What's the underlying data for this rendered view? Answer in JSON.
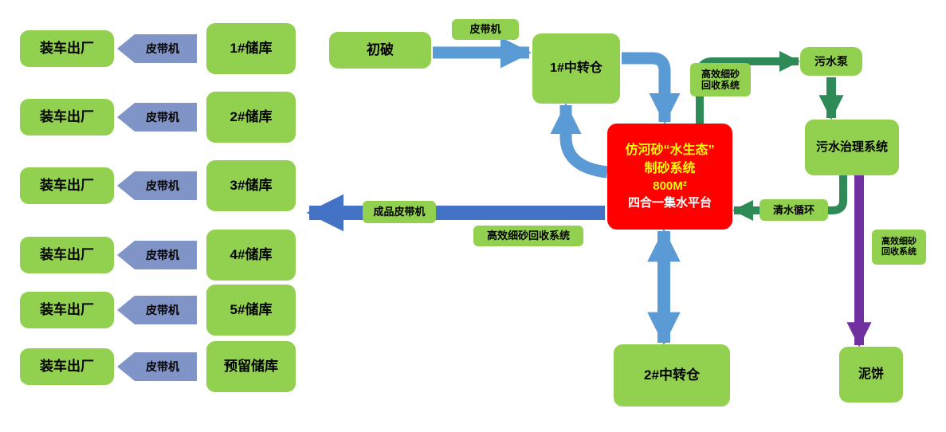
{
  "colors": {
    "bg": "#FFFFFF",
    "box_green": "#92D050",
    "belt_blue": "#8094C8",
    "arrow_blue": "#5B9BD5",
    "arrow_blue_dark": "#4472C4",
    "arrow_green": "#2E8B57",
    "arrow_purple": "#7030A0",
    "center_red": "#FF0000",
    "center_text_yellow": "#FFFF00",
    "center_text_white": "#FFFFFF"
  },
  "rows": [
    {
      "out": "装车出厂",
      "belt": "皮带机",
      "store": "1#储库"
    },
    {
      "out": "装车出厂",
      "belt": "皮带机",
      "store": "2#储库"
    },
    {
      "out": "装车出厂",
      "belt": "皮带机",
      "store": "3#储库"
    },
    {
      "out": "装车出厂",
      "belt": "皮带机",
      "store": "4#储库"
    },
    {
      "out": "装车出厂",
      "belt": "皮带机",
      "store": "5#储库"
    },
    {
      "out": "装车出厂",
      "belt": "皮带机",
      "store": "预留储库"
    }
  ],
  "flow": {
    "crusher": "初破",
    "belt_top": "皮带机",
    "transfer_1": "1#中转仓",
    "transfer_2": "2#中转仓",
    "sewage_pump": "污水泵",
    "sewage_treatment": "污水治理系统",
    "mud_cake": "泥饼"
  },
  "center": {
    "line1": "仿河砂“水生态”",
    "line2": "制砂系统",
    "line3": "800M²",
    "line4": "四合一集水平台"
  },
  "labels": {
    "finished_belt": "成品皮带机",
    "fine_sand_recovery": "高效细砂回收系统",
    "fine_sand_recovery_wrap": "高效细砂\n回收系统",
    "clean_water": "清水循环"
  }
}
